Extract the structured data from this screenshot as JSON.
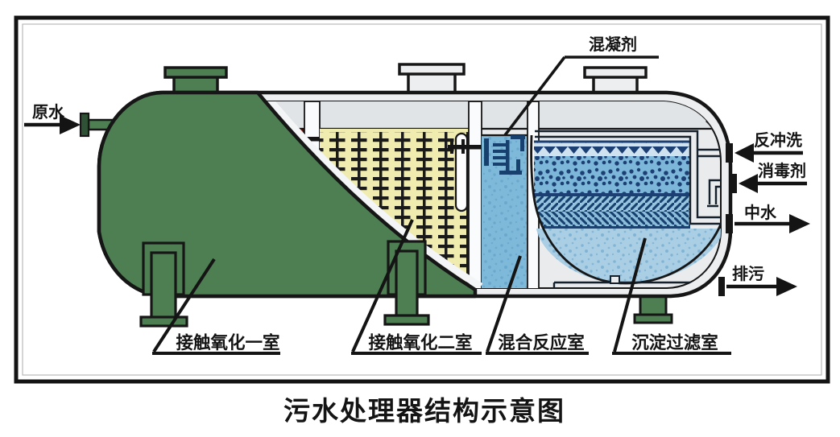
{
  "figure_title": "污水处理器结构示意图",
  "ports": {
    "raw_water": {
      "label": "原水",
      "flow": "inlet",
      "side": "left"
    },
    "coagulant": {
      "label": "混凝剂",
      "flow": "inlet",
      "side": "top"
    },
    "backwash": {
      "label": "反冲洗",
      "flow": "inlet",
      "side": "right"
    },
    "disinfectant": {
      "label": "消毒剂",
      "flow": "inlet",
      "side": "right"
    },
    "reclaimed_water": {
      "label": "中水",
      "flow": "outlet",
      "side": "right"
    },
    "blowdown": {
      "label": "排污",
      "flow": "outlet",
      "side": "right"
    }
  },
  "chambers": {
    "contact_oxidation_1": {
      "label": "接触氧化一室"
    },
    "contact_oxidation_2": {
      "label": "接触氧化二室"
    },
    "mixing_reaction": {
      "label": "混合反应室"
    },
    "sedimentation_filtration": {
      "label": "沉淀过滤室"
    }
  },
  "colors": {
    "outline": "#161616",
    "tank_green": "#4d7f52",
    "shell_gray": "#eceef0",
    "media_yellow": "#f0ebae",
    "mixing_blue": "#7fb9da",
    "water_blue": "#aacfe5",
    "filter_navy": "#1c3f74",
    "media_red": "#cf3322"
  }
}
